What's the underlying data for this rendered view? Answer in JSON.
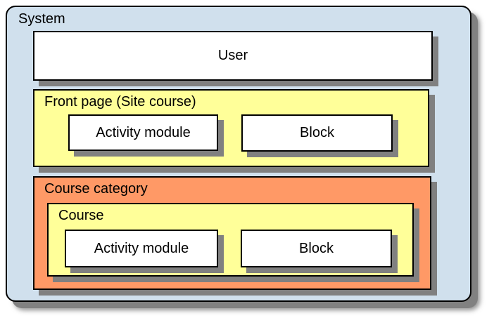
{
  "diagram": {
    "system": {
      "label": "System",
      "bg_color": "#d0e0ed"
    },
    "user": {
      "label": "User",
      "bg_color": "#ffffff"
    },
    "front_page": {
      "label": "Front page (Site course)",
      "bg_color": "#ffff99",
      "activity_module": {
        "label": "Activity module",
        "bg_color": "#ffffff"
      },
      "block": {
        "label": "Block",
        "bg_color": "#ffffff"
      }
    },
    "course_category": {
      "label": "Course category",
      "bg_color": "#ff9966",
      "course": {
        "label": "Course",
        "bg_color": "#ffff99",
        "activity_module": {
          "label": "Activity module",
          "bg_color": "#ffffff"
        },
        "block": {
          "label": "Block",
          "bg_color": "#ffffff"
        }
      }
    },
    "border_color": "#000000",
    "shadow_color": "#808080"
  }
}
